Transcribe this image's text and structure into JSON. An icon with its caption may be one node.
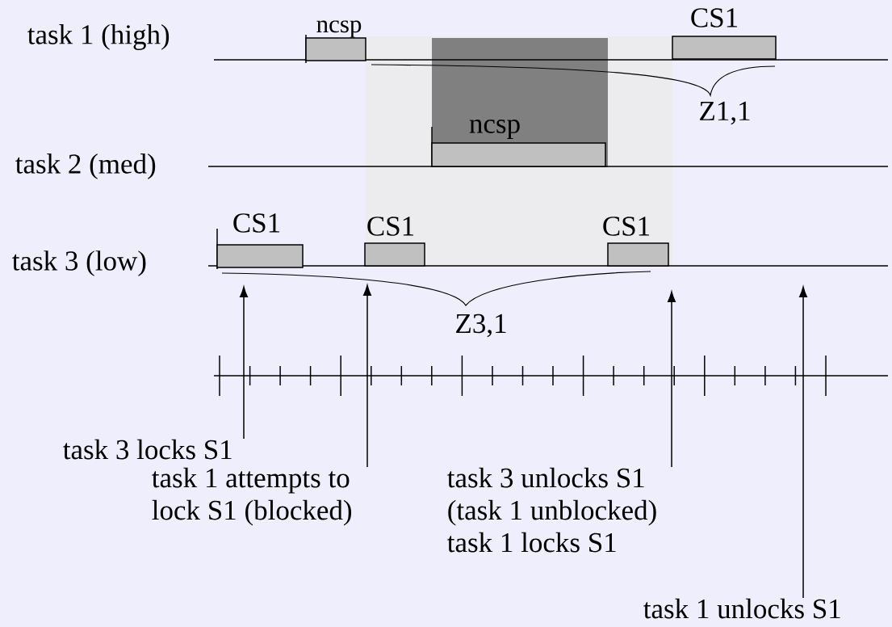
{
  "diagram": {
    "nodes": [
      {
        "text": [
          "ncsp"
        ]
      },
      {
        "text": [
          "CS1"
        ]
      },
      {
        "text": [
          "ncsp"
        ]
      },
      {
        "text": [
          "CS1"
        ]
      },
      {
        "text": [
          "CS1"
        ]
      },
      {
        "text": [
          "CS1"
        ]
      },
      {
        "text": [
          "task 3 locks S1"
        ]
      },
      {
        "text": [
          "task 1 attempts to lock S1 (blocked)"
        ]
      },
      {
        "text": [
          "task 3 unlocks S1 (task 1 unblocked) task 1 locks S1"
        ]
      },
      {
        "text": [
          "task 1 unlocks S1"
        ]
      }
    ],
    "edges": [
      {
        "from": 6,
        "to": null,
        "arrow": "to"
      },
      {
        "from": 7,
        "to": null,
        "arrow": "to"
      },
      {
        "from": 8,
        "to": null,
        "arrow": "to"
      },
      {
        "from": 9,
        "to": null,
        "arrow": "to"
      }
    ],
    "labels": [
      "task 1 (high)",
      "Z1,1",
      "task 2 (med)",
      "task 3 (low)",
      "Z3,1"
    ]
  }
}
